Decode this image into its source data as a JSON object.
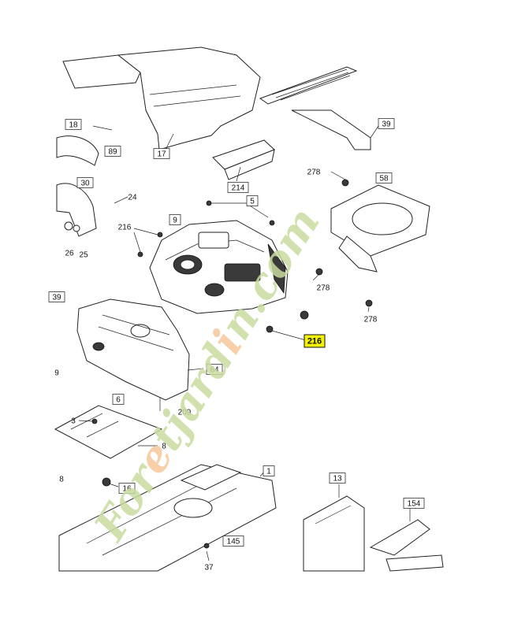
{
  "diagram": {
    "callouts": [
      {
        "id": "c18",
        "text": "18",
        "boxed": true
      },
      {
        "id": "c89",
        "text": "89",
        "boxed": true
      },
      {
        "id": "c17",
        "text": "17",
        "boxed": true
      },
      {
        "id": "c39",
        "text": "39",
        "boxed": true
      },
      {
        "id": "c278a",
        "text": "278",
        "boxed": false
      },
      {
        "id": "c58",
        "text": "58",
        "boxed": true
      },
      {
        "id": "c214",
        "text": "214",
        "boxed": true
      },
      {
        "id": "c30",
        "text": "30",
        "boxed": true
      },
      {
        "id": "c24",
        "text": "24",
        "boxed": false
      },
      {
        "id": "c5",
        "text": "5",
        "boxed": true
      },
      {
        "id": "c9",
        "text": "9",
        "boxed": true
      },
      {
        "id": "c216a",
        "text": "216",
        "boxed": false
      },
      {
        "id": "c26",
        "text": "26",
        "boxed": false
      },
      {
        "id": "c25",
        "text": "25",
        "boxed": false
      },
      {
        "id": "c278b",
        "text": "278",
        "boxed": false
      },
      {
        "id": "c278c",
        "text": "278",
        "boxed": false
      },
      {
        "id": "c39b",
        "text": "39",
        "boxed": true
      },
      {
        "id": "c216b",
        "text": "216",
        "boxed": true,
        "highlight": true
      },
      {
        "id": "c64",
        "text": "64",
        "boxed": true
      },
      {
        "id": "c9b",
        "text": "9",
        "boxed": false
      },
      {
        "id": "c6",
        "text": "6",
        "boxed": true
      },
      {
        "id": "c209",
        "text": "209",
        "boxed": false
      },
      {
        "id": "c3",
        "text": "3",
        "boxed": false
      },
      {
        "id": "c8a",
        "text": "8",
        "boxed": false
      },
      {
        "id": "c8b",
        "text": "8",
        "boxed": false
      },
      {
        "id": "c16",
        "text": "16",
        "boxed": true
      },
      {
        "id": "c1",
        "text": "1",
        "boxed": true
      },
      {
        "id": "c13",
        "text": "13",
        "boxed": true
      },
      {
        "id": "c154",
        "text": "154",
        "boxed": true
      },
      {
        "id": "c145",
        "text": "145",
        "boxed": true
      },
      {
        "id": "c37",
        "text": "37",
        "boxed": false
      }
    ],
    "watermark": {
      "text": "Foretjardin.com",
      "color": "#c8dca0",
      "accent": "#f6c79a"
    },
    "highlight_color": "#f3f300"
  }
}
